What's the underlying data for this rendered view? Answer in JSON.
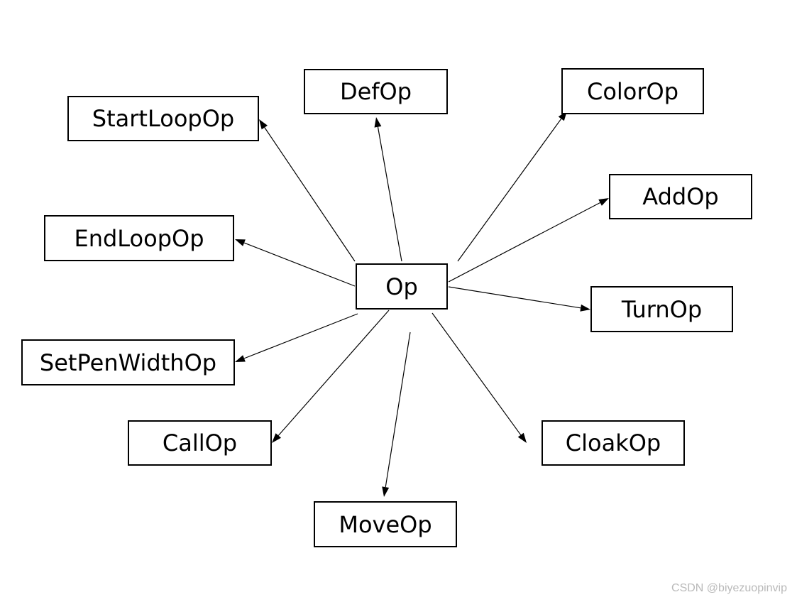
{
  "diagram": {
    "root": {
      "label": "Op"
    },
    "children": [
      {
        "key": "startloop",
        "label": "StartLoopOp"
      },
      {
        "key": "def",
        "label": "DefOp"
      },
      {
        "key": "color",
        "label": "ColorOp"
      },
      {
        "key": "add",
        "label": "AddOp"
      },
      {
        "key": "endloop",
        "label": "EndLoopOp"
      },
      {
        "key": "turn",
        "label": "TurnOp"
      },
      {
        "key": "setpenwidth",
        "label": "SetPenWidthOp"
      },
      {
        "key": "call",
        "label": "CallOp"
      },
      {
        "key": "cloak",
        "label": "CloakOp"
      },
      {
        "key": "move",
        "label": "MoveOp"
      }
    ],
    "edge_color": "#000000"
  },
  "watermark": "CSDN @biyezuopinvip"
}
